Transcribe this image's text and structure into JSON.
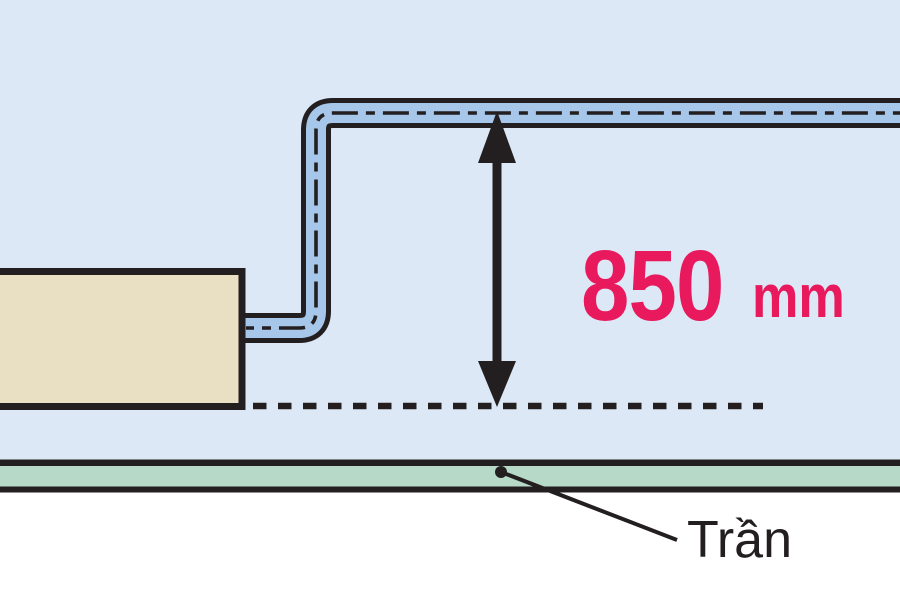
{
  "dimension": {
    "value": "850",
    "unit": "mm"
  },
  "labels": {
    "ceiling": "Trần"
  },
  "colors": {
    "sky": "#dce8f6",
    "pipe_fill": "#a6c7e9",
    "line": "#231f20",
    "unit_fill": "#e9dfc2",
    "ceiling_fill": "#b6dac7",
    "accent": "#e8195c",
    "below_ceiling": "#ffffff"
  }
}
